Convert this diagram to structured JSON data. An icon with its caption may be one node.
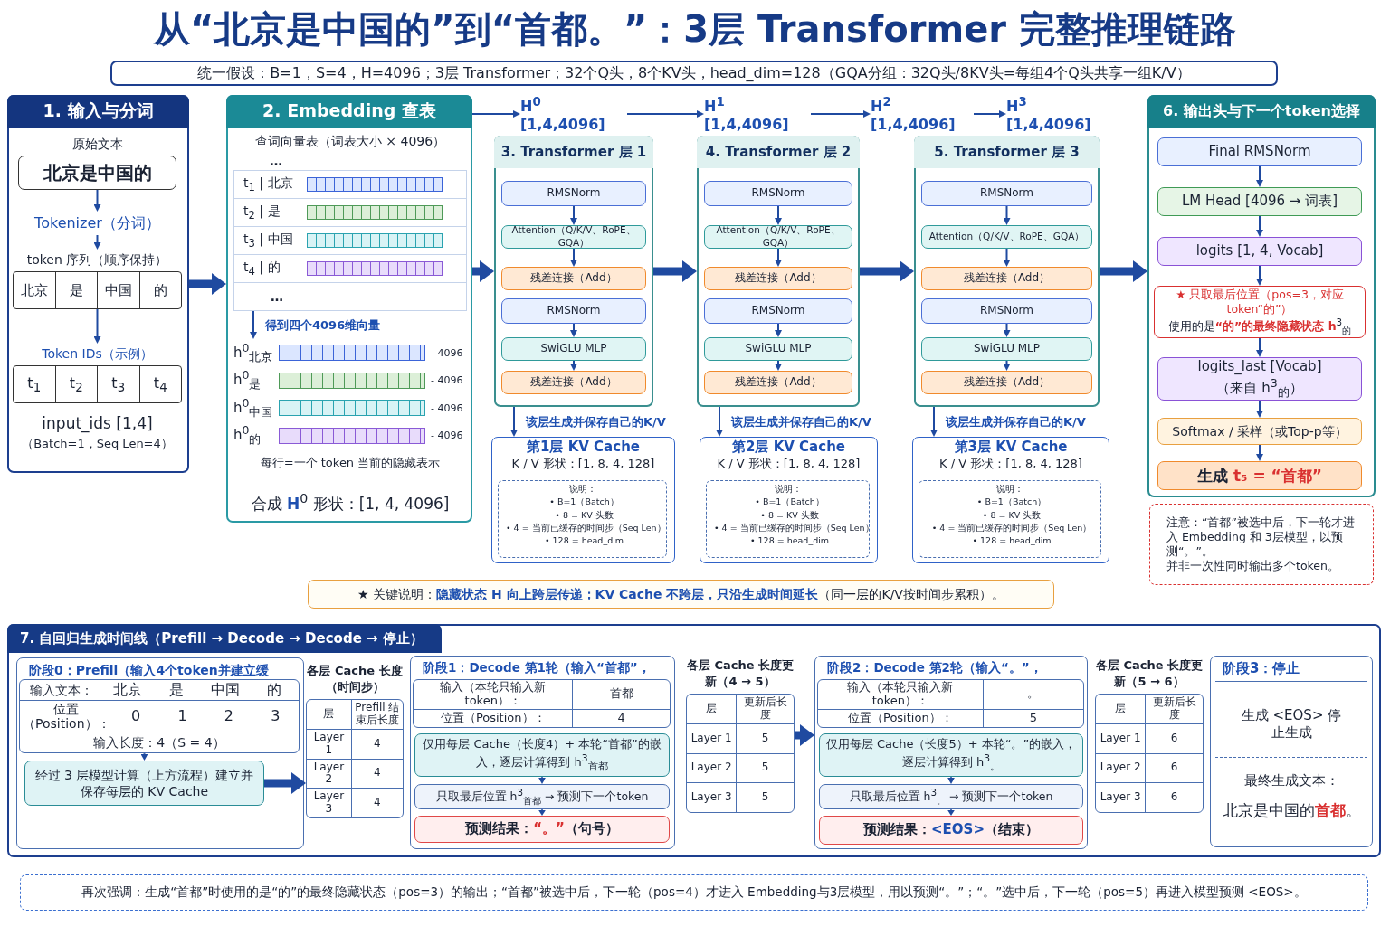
{
  "diagram": {
    "title": "从“北京是中国的”到“首都。”：3层 Transformer 完整推理链路",
    "nodes": [
      {
        "text": [
          "1. 输入与分词"
        ]
      },
      {
        "text": [
          "原始文本",
          "北京是中国的"
        ],
        "in": 0
      },
      {
        "text": [
          "Tokenizer（分词）"
        ],
        "in": 0
      },
      {
        "text": [
          "token 序列（顺序保持）",
          "北京",
          "是",
          "中国",
          "的"
        ],
        "in": 0
      },
      {
        "text": [
          "Token IDs（示例）",
          "t$_{1}$",
          "t$_{2}$",
          "t$_{3}$",
          "t$_{4}$"
        ],
        "in": 0,
        "beside": [
          "input_ids [1,4]",
          "（Batch=1，Seq Len=4）"
        ]
      },
      {
        "text": [
          "2. Embedding 查表"
        ]
      },
      {
        "text": [
          "查词向量表（词表大小 × 4096）",
          "…",
          "t$_{1}$ | 北京",
          "t$_{2}$ | 是",
          "t$_{3}$ | 中国",
          "t$_{4}$ | 的",
          "…"
        ],
        "in": 5
      },
      {
        "text": [
          "h$^{0}$$_{北京}$",
          "- 4096",
          "h$^{0}$$_{是}$",
          "- 4096",
          "h$^{0}$$_{中国}$",
          "- 4096",
          "h$^{0}$$_{的}$",
          "- 4096",
          "每行=一个 token 当前的隐藏表示"
        ],
        "in": 5
      },
      {
        "text": [
          "H$^{0}$ [1,4,4096]"
        ]
      },
      {
        "text": [
          "H$^{1}$ [1,4,4096]"
        ]
      },
      {
        "text": [
          "H$^{2}$ [1,4,4096]"
        ]
      },
      {
        "text": [
          "H$^{3}$ [1,4,4096]"
        ]
      },
      {
        "text": [
          "3. Transformer 层 1"
        ]
      },
      {
        "text": [
          "RMSNorm"
        ],
        "in": 12
      },
      {
        "text": [
          "Attention（Q/K/V、RoPE、GQA）"
        ],
        "in": 12
      },
      {
        "text": [
          "残差连接（Add）"
        ],
        "in": 12
      },
      {
        "text": [
          "RMSNorm"
        ],
        "in": 12
      },
      {
        "text": [
          "SwiGLU MLP"
        ],
        "in": 12
      },
      {
        "text": [
          "残差连接（Add）"
        ],
        "in": 12
      },
      {
        "text": [
          "第1层 KV Cache",
          "K / V 形状：[1, 8, 4, 128]"
        ]
      },
      {
        "text": [
          "说明：",
          "• B=1（Batch）",
          "• 8 = KV 头数",
          "• 4 = 当前已缓存的时间步（Seq Len）",
          "• 128 = head_dim"
        ],
        "in": 19
      },
      {
        "text": [
          "4. Transformer 层 2"
        ]
      },
      {
        "text": [
          "RMSNorm"
        ],
        "in": 21
      },
      {
        "text": [
          "Attention（Q/K/V、RoPE、GQA）"
        ],
        "in": 21
      },
      {
        "text": [
          "残差连接（Add）"
        ],
        "in": 21
      },
      {
        "text": [
          "RMSNorm"
        ],
        "in": 21
      },
      {
        "text": [
          "SwiGLU MLP"
        ],
        "in": 21
      },
      {
        "text": [
          "残差连接（Add）"
        ],
        "in": 21
      },
      {
        "text": [
          "第2层 KV Cache",
          "K / V 形状：[1, 8, 4, 128]"
        ]
      },
      {
        "text": [
          "说明：",
          "• B=1（Batch）",
          "• 8 = KV 头数",
          "• 4 = 当前已缓存的时间步（Seq Len）",
          "• 128 = head_dim"
        ],
        "in": 28
      },
      {
        "text": [
          "5. Transformer 层 3"
        ]
      },
      {
        "text": [
          "RMSNorm"
        ],
        "in": 30
      },
      {
        "text": [
          "Attention（Q/K/V、RoPE、GQA）"
        ],
        "in": 30
      },
      {
        "text": [
          "残差连接（Add）"
        ],
        "in": 30
      },
      {
        "text": [
          "RMSNorm"
        ],
        "in": 30
      },
      {
        "text": [
          "SwiGLU MLP"
        ],
        "in": 30
      },
      {
        "text": [
          "残差连接（Add）"
        ],
        "in": 30
      },
      {
        "text": [
          "第3层 KV Cache",
          "K / V 形状：[1, 8, 4, 128]"
        ]
      },
      {
        "text": [
          "说明：",
          "• B=1（Batch）",
          "• 8 = KV 头数",
          "• 4 = 当前已缓存的时间步（Seq Len）",
          "• 128 = head_dim"
        ],
        "in": 37
      },
      {
        "text": [
          "6. 输出头与下一个token选择"
        ]
      },
      {
        "text": [
          "Final RMSNorm"
        ],
        "in": 39
      },
      {
        "text": [
          "LM Head [4096 → 词表]"
        ],
        "in": 39
      },
      {
        "text": [
          "logits [1, 4, Vocab]"
        ],
        "in": 39
      },
      {
        "text": [
          "★ 只取最后位置（pos=3，对应token“的”）",
          "使用的是**“的”的最终隐藏状态 h**$^{3}$$_{的}$"
        ],
        "in": 39
      },
      {
        "text": [
          "logits_last [Vocab]",
          "（来自 h$^{3}$$_{的}$）"
        ],
        "in": 39
      },
      {
        "text": [
          "Softmax / 采样（或Top-p等）"
        ],
        "in": 39
      },
      {
        "text": [
          "生成 **t₅ = “首都”**"
        ],
        "in": 39
      },
      {
        "text": [
          "注意：“首都”被选中后，下一轮才进入 Embedding 和 3层模型，以预测“。”。",
          "并非一次性同时输出多个token。"
        ]
      },
      {
        "text": [
          "★ 关键说明：**隐藏状态 H 向上跨层传递；KV Cache 不跨层，只沿生成时间延长**（同一层的K/V按时间步累积）。"
        ]
      },
      {
        "text": [
          "7. 自回归生成时间线（Prefill → Decode → Decode → 停止）"
        ]
      },
      {
        "text": [
          "阶段0：Prefill（输入4个token并建立缓存）"
        ],
        "in": 49
      },
      {
        "text": [
          "输入文本：",
          "北京",
          "是",
          "中国",
          "的",
          "位置（Position）：",
          "0",
          "1",
          "2",
          "3",
          "输入长度：4（S = 4）"
        ],
        "in": 50
      },
      {
        "text": [
          "经过 3 层模型计算（上方流程）建立并保存每层的 KV Cache"
        ],
        "in": 50
      },
      {
        "text": [
          "各层 Cache 长度（时间步）",
          "层",
          "Prefill 结束后长度",
          "Layer 1",
          "4",
          "Layer 2",
          "4",
          "Layer 3",
          "4"
        ],
        "in": 49
      },
      {
        "text": [
          "阶段1：Decode 第1轮（输入“首都”，pos=4）"
        ],
        "in": 49
      },
      {
        "text": [
          "输入（本轮只输入新token）：",
          "首都",
          "位置（Position）：",
          "4"
        ],
        "in": 54
      },
      {
        "text": [
          "仅用每层 Cache（长度4）+ 本轮“首都”的嵌入，逐层计算得到 h$^{3}$$_{首都}$"
        ],
        "in": 54
      },
      {
        "text": [
          "只取最后位置 h$^{3}$$_{首都}$ → 预测下一个token"
        ],
        "in": 54
      },
      {
        "text": [
          "预测结果：**“。”**（句号）"
        ],
        "in": 54
      },
      {
        "text": [
          "各层 Cache 长度更新（4 → 5）",
          "层",
          "更新后长度",
          "Layer 1",
          "5",
          "Layer 2",
          "5",
          "Layer 3",
          "5"
        ],
        "in": 49
      },
      {
        "text": [
          "阶段2：Decode 第2轮（输入“。”，pos=5）"
        ],
        "in": 49
      },
      {
        "text": [
          "输入（本轮只输入新token）：",
          "。",
          "位置（Position）：",
          "5"
        ],
        "in": 60
      },
      {
        "text": [
          "仅用每层 Cache（长度5）+ 本轮“。”的嵌入，逐层计算得到 h$^{3}$$_{。}$"
        ],
        "in": 60
      },
      {
        "text": [
          "只取最后位置 h$^{3}$$_{。}$ → 预测下一个token"
        ],
        "in": 60
      },
      {
        "text": [
          "预测结果：**<EOS>**（结束）"
        ],
        "in": 60
      },
      {
        "text": [
          "各层 Cache 长度更新（5 → 6）",
          "层",
          "更新后长度",
          "Layer 1",
          "6",
          "Layer 2",
          "6",
          "Layer 3",
          "6"
        ],
        "in": 49
      },
      {
        "text": [
          "阶段3：停止",
          "生成 <EOS> 停止生成",
          "最终生成文本：",
          "北京是中国的**首都**。"
        ],
        "in": 49
      },
      {
        "text": [
          "再次强调：生成“首都”时使用的是“的”的最终隐藏状态（pos=3）的输出；“首都”被选中后，下一轮（pos=4）才进入 Embedding与3层模型，用以预测“。”；“。”选中后，下一轮（pos=5）再进入模型预测 <EOS>。"
        ]
      }
    ],
    "edges": [
      {
        "from": 1,
        "to": 2,
        "arrow": "to"
      },
      {
        "from": 2,
        "to": 3,
        "arrow": "to"
      },
      {
        "from": 3,
        "to": 4,
        "arrow": "to"
      },
      {
        "from": 0,
        "to": 5,
        "arrow": "to",
        "style": "thick"
      },
      {
        "from": 6,
        "to": 7,
        "arrow": "to",
        "label": "得到四个4096维向量"
      },
      {
        "from": 5,
        "to": 8,
        "arrow": "to"
      },
      {
        "from": 8,
        "to": 9,
        "arrow": "to"
      },
      {
        "from": 9,
        "to": 10,
        "arrow": "to"
      },
      {
        "from": 10,
        "to": 11,
        "arrow": "to"
      },
      {
        "from": 5,
        "to": 12,
        "arrow": "to",
        "style": "thick"
      },
      {
        "from": 13,
        "to": 14,
        "arrow": "to"
      },
      {
        "from": 14,
        "to": 15,
        "arrow": "to"
      },
      {
        "from": 16,
        "to": 17,
        "arrow": "to"
      },
      {
        "from": 17,
        "to": 18,
        "arrow": "to"
      },
      {
        "from": 12,
        "to": 19,
        "arrow": "to",
        "label": "该层生成并保存自己的K/V"
      },
      {
        "from": 12,
        "to": 21,
        "arrow": "to",
        "style": "thick"
      },
      {
        "from": 22,
        "to": 23,
        "arrow": "to"
      },
      {
        "from": 23,
        "to": 24,
        "arrow": "to"
      },
      {
        "from": 25,
        "to": 26,
        "arrow": "to"
      },
      {
        "from": 26,
        "to": 27,
        "arrow": "to"
      },
      {
        "from": 21,
        "to": 28,
        "arrow": "to",
        "label": "该层生成并保存自己的K/V"
      },
      {
        "from": 21,
        "to": 30,
        "arrow": "to",
        "style": "thick"
      },
      {
        "from": 31,
        "to": 32,
        "arrow": "to"
      },
      {
        "from": 32,
        "to": 33,
        "arrow": "to"
      },
      {
        "from": 34,
        "to": 35,
        "arrow": "to"
      },
      {
        "from": 35,
        "to": 36,
        "arrow": "to"
      },
      {
        "from": 30,
        "to": 37,
        "arrow": "to",
        "label": "该层生成并保存自己的K/V"
      },
      {
        "from": 30,
        "to": 39,
        "arrow": "to",
        "style": "thick"
      },
      {
        "from": 40,
        "to": 41,
        "arrow": "to"
      },
      {
        "from": 41,
        "to": 42,
        "arrow": "to"
      },
      {
        "from": 42,
        "to": 43,
        "arrow": "to"
      },
      {
        "from": 43,
        "to": 44,
        "arrow": "to"
      },
      {
        "from": 44,
        "to": 45,
        "arrow": "to"
      },
      {
        "from": 45,
        "to": 46,
        "arrow": "to"
      },
      {
        "from": 51,
        "to": 52,
        "arrow": "to"
      },
      {
        "from": 52,
        "to": 53,
        "arrow": "to",
        "style": "thick"
      },
      {
        "from": 56,
        "to": 57,
        "arrow": "to"
      },
      {
        "from": 57,
        "to": 58,
        "arrow": "to"
      },
      {
        "from": 59,
        "to": 60,
        "arrow": "to",
        "style": "thick"
      },
      {
        "from": 62,
        "to": 63,
        "arrow": "to"
      },
      {
        "from": 63,
        "to": 64,
        "arrow": "to"
      }
    ],
    "labels": [
      "统一假设：B=1，S=4，H=4096；3层 Transformer；32个Q头，8个KV头，head_dim=128（GQA分组：32Q头/8KV头=每组4个Q头共享一组K/V）",
      "合成 **H**$^{0}$ 形状：[1, 4, 4096]"
    ]
  }
}
